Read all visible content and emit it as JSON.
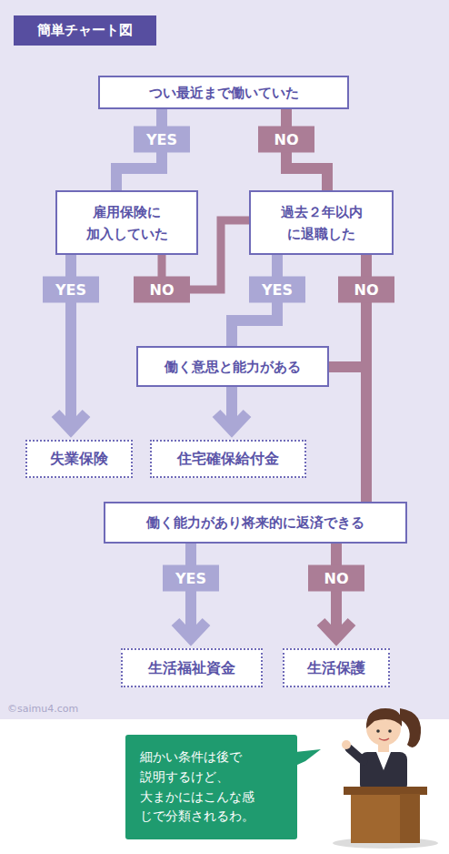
{
  "diagram": {
    "title": "簡単チャート図",
    "nodes": [
      {
        "text": [
          "つい最近まで働いていた"
        ]
      },
      {
        "text": [
          "雇用保険に 加入していた"
        ]
      },
      {
        "text": [
          "過去２年以内 に退職した"
        ]
      },
      {
        "text": [
          "働く意思と能力がある"
        ]
      },
      {
        "text": [
          "失業保険"
        ]
      },
      {
        "text": [
          "住宅確保給付金"
        ]
      },
      {
        "text": [
          "働く能力があり将来的に返済できる"
        ]
      },
      {
        "text": [
          "生活福祉資金"
        ]
      },
      {
        "text": [
          "生活保護"
        ]
      },
      {
        "text": [
          "細かい条件は後で 説明するけど、 大まかにはこんな感 じで分類されるわ。"
        ]
      }
    ],
    "edges": [
      {
        "from": 0,
        "to": 1,
        "label": "YES",
        "arrow": "none"
      },
      {
        "from": 0,
        "to": 2,
        "label": "NO",
        "arrow": "none"
      },
      {
        "from": 1,
        "to": 4,
        "label": "YES",
        "arrow": "to"
      },
      {
        "from": 1,
        "to": 2,
        "label": "NO",
        "arrow": "none"
      },
      {
        "from": 2,
        "to": 3,
        "label": "YES",
        "arrow": "none"
      },
      {
        "from": 2,
        "to": 6,
        "label": "NO",
        "arrow": "none"
      },
      {
        "from": 3,
        "to": 6,
        "arrow": "none"
      },
      {
        "from": 3,
        "to": 5,
        "arrow": "to"
      },
      {
        "from": 6,
        "to": 7,
        "label": "YES",
        "arrow": "to"
      },
      {
        "from": 6,
        "to": 8,
        "label": "NO",
        "arrow": "to"
      }
    ],
    "labels": [
      "©saimu4.com"
    ]
  }
}
